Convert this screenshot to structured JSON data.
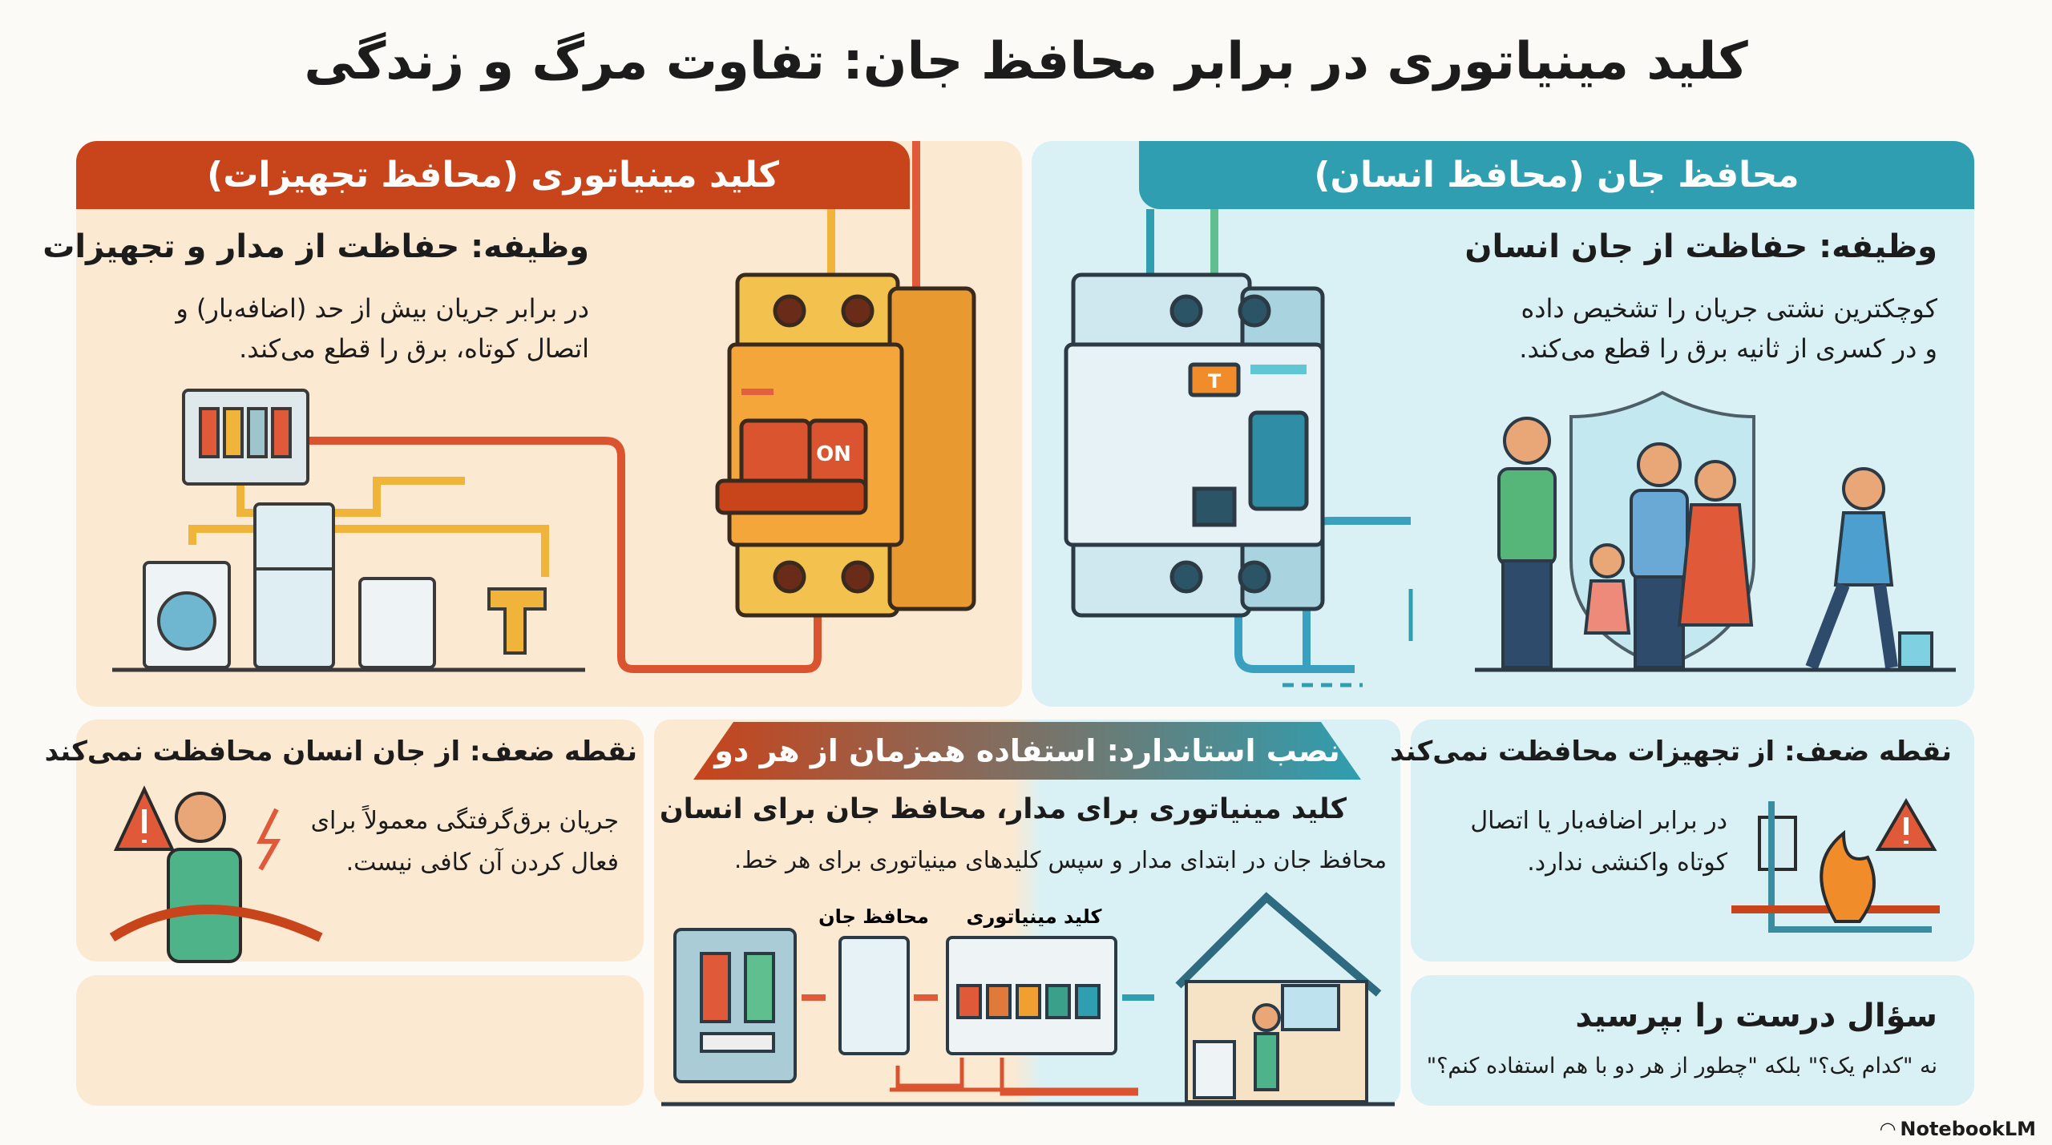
{
  "title": "کلید مینیاتوری در برابر محافظ جان: تفاوت مرگ و زندگی",
  "mcb": {
    "header": "کلید مینیاتوری (محافظ تجهیزات)",
    "function_heading": "وظیفه: حفاظت از مدار و تجهیزات",
    "function_lines": [
      "در برابر جریان بیش از حد (اضافه‌بار) و",
      "اتصال کوتاه، برق را قطع می‌کند."
    ],
    "switch_label": "ON",
    "weakness_heading": "نقطه ضعف: از جان انسان محافظت نمی‌کند",
    "weakness_lines": [
      "جریان برق‌گرفتگی معمولاً برای",
      "فعال کردن آن کافی نیست."
    ],
    "color": "#c8441b"
  },
  "rcd": {
    "header": "محافظ جان (محافظ انسان)",
    "function_heading": "وظیفه: حفاظت از جان انسان",
    "function_lines": [
      "کوچکترین نشتی جریان را تشخیص داده",
      "و در کسری از ثانیه برق را قطع می‌کند."
    ],
    "test_label": "T",
    "weakness_heading": "نقطه ضعف: از تجهیزات محافظت نمی‌کند",
    "weakness_lines": [
      "در برابر اضافه‌بار یا اتصال",
      "کوتاه واکنشی ندارد."
    ],
    "color": "#2f9eb0"
  },
  "standard": {
    "header": "نصب استاندارد: استفاده همزمان از هر دو",
    "heading": "کلید مینیاتوری برای مدار، محافظ جان برای انسان",
    "body": "محافظ جان در ابتدای مدار و سپس کلیدهای مینیاتوری برای هر خط.",
    "label_rcd": "محافظ جان",
    "label_mcb": "کلید مینیاتوری"
  },
  "question": {
    "heading": "سؤال درست را بپرسید",
    "body": "نه \"کدام یک؟\" بلکه \"چطور از هر دو با هم استفاده کنم؟\""
  },
  "watermark": "NotebookLM"
}
